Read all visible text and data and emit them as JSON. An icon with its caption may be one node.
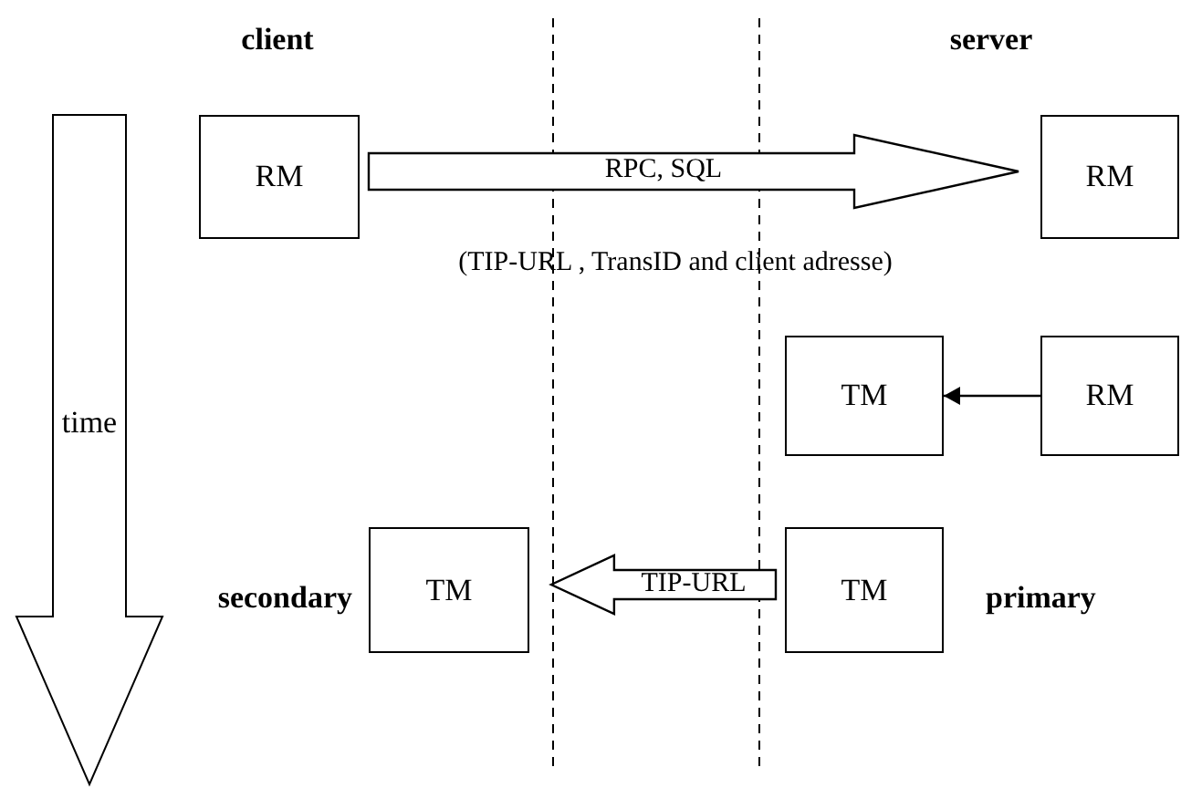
{
  "diagram": {
    "nodes": [
      {
        "text": [
          "RM"
        ]
      },
      {
        "text": [
          "RM"
        ]
      },
      {
        "text": [
          "TM"
        ]
      },
      {
        "text": [
          "RM"
        ]
      },
      {
        "text": [
          "TM"
        ],
        "beside": [
          "secondary"
        ]
      },
      {
        "text": [
          "TM"
        ],
        "beside": [
          "primary"
        ]
      }
    ],
    "edges": [
      {
        "from": 0,
        "to": 1,
        "arrow": "to",
        "label": "RPC, SQL",
        "style": "thick"
      },
      {
        "from": 3,
        "to": 2,
        "arrow": "to"
      },
      {
        "from": 5,
        "to": 4,
        "arrow": "to",
        "label": "TIP-URL",
        "style": "thick"
      }
    ],
    "labels": [
      "client",
      "server",
      "(TIP-URL , TransID and client adresse)",
      "time"
    ]
  }
}
